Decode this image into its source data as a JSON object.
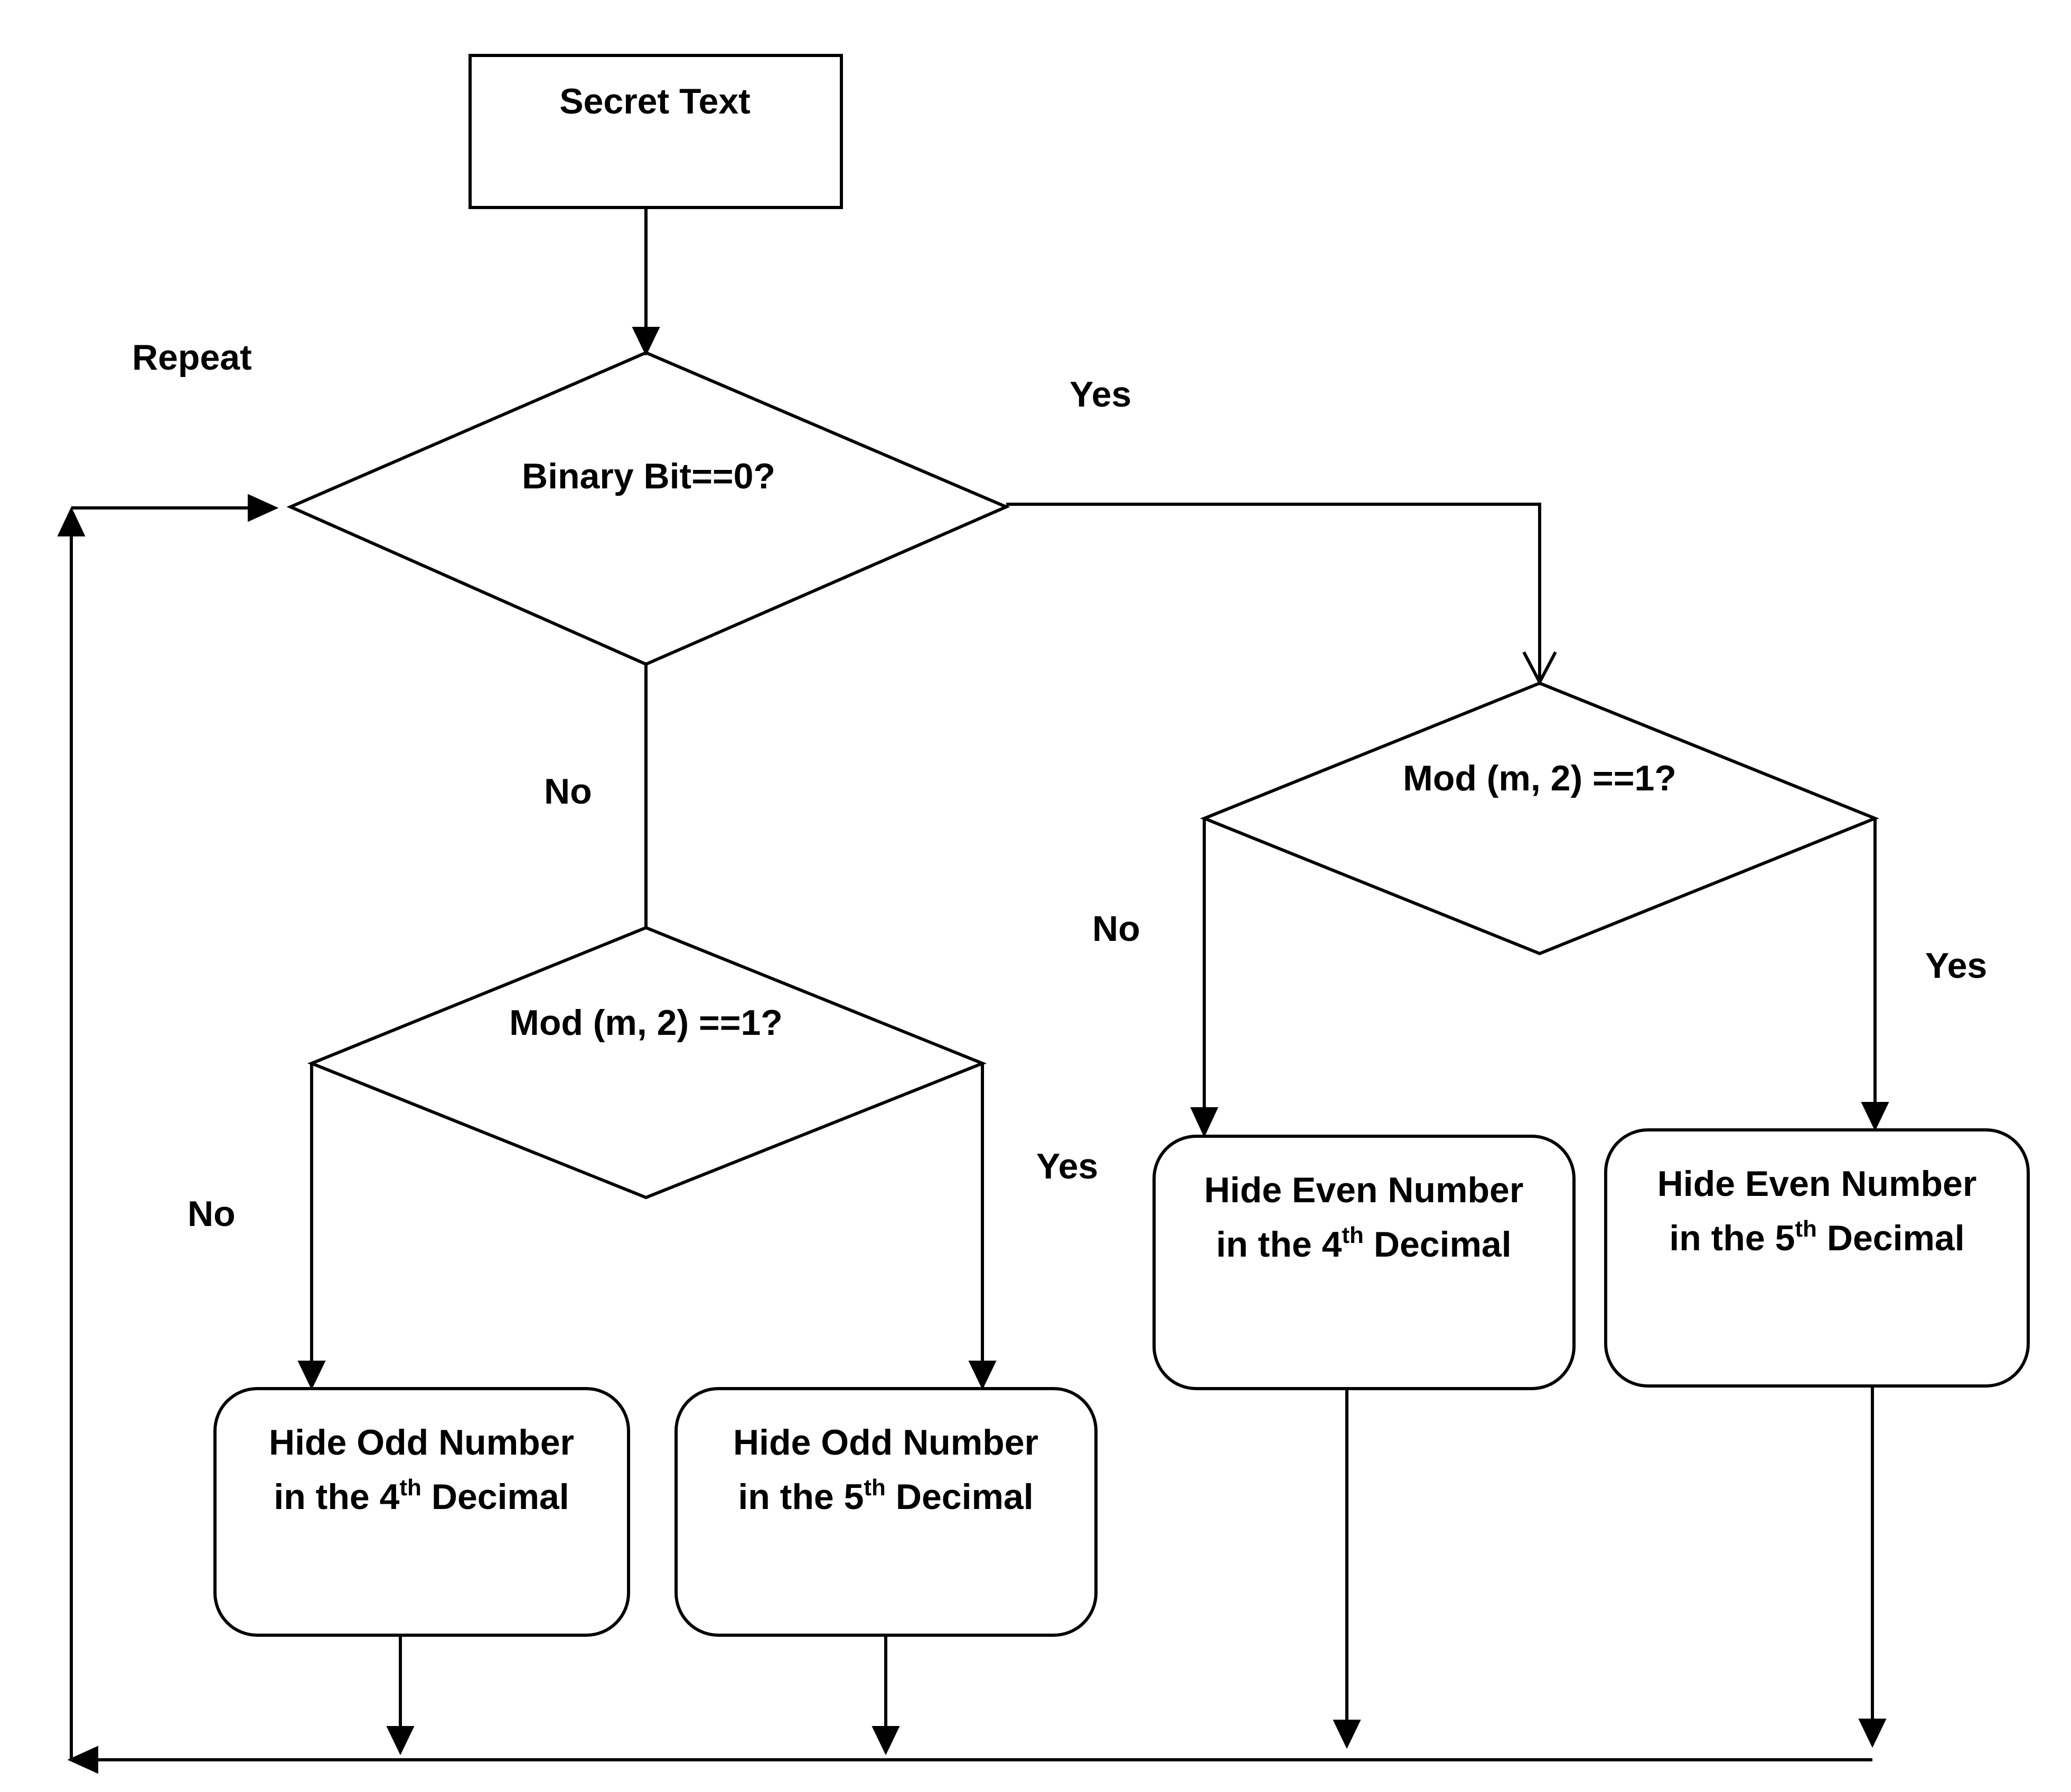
{
  "diagram": {
    "repeat_label": "Repeat",
    "nodes": {
      "start": "Secret Text",
      "decision_bit": "Binary Bit==0?",
      "decision_mod_left": "Mod (m, 2) ==1?",
      "decision_mod_right": "Mod (m, 2) ==1?",
      "odd_4th": {
        "line1": "Hide Odd Number",
        "line2_pre": "in the 4",
        "sup": "th",
        "line2_post": " Decimal"
      },
      "odd_5th": {
        "line1": "Hide Odd Number",
        "line2_pre": "in the 5",
        "sup": "th",
        "line2_post": " Decimal"
      },
      "even_4th": {
        "line1": "Hide Even Number",
        "line2_pre": "in the 4",
        "sup": "th",
        "line2_post": " Decimal"
      },
      "even_5th": {
        "line1": "Hide Even Number",
        "line2_pre": "in the 5",
        "sup": "th",
        "line2_post": " Decimal"
      }
    },
    "edge_labels": {
      "bit_yes": "Yes",
      "bit_no": "No",
      "mod_left_no": "No",
      "mod_left_yes": "Yes",
      "mod_right_no": "No",
      "mod_right_yes": "Yes"
    }
  }
}
